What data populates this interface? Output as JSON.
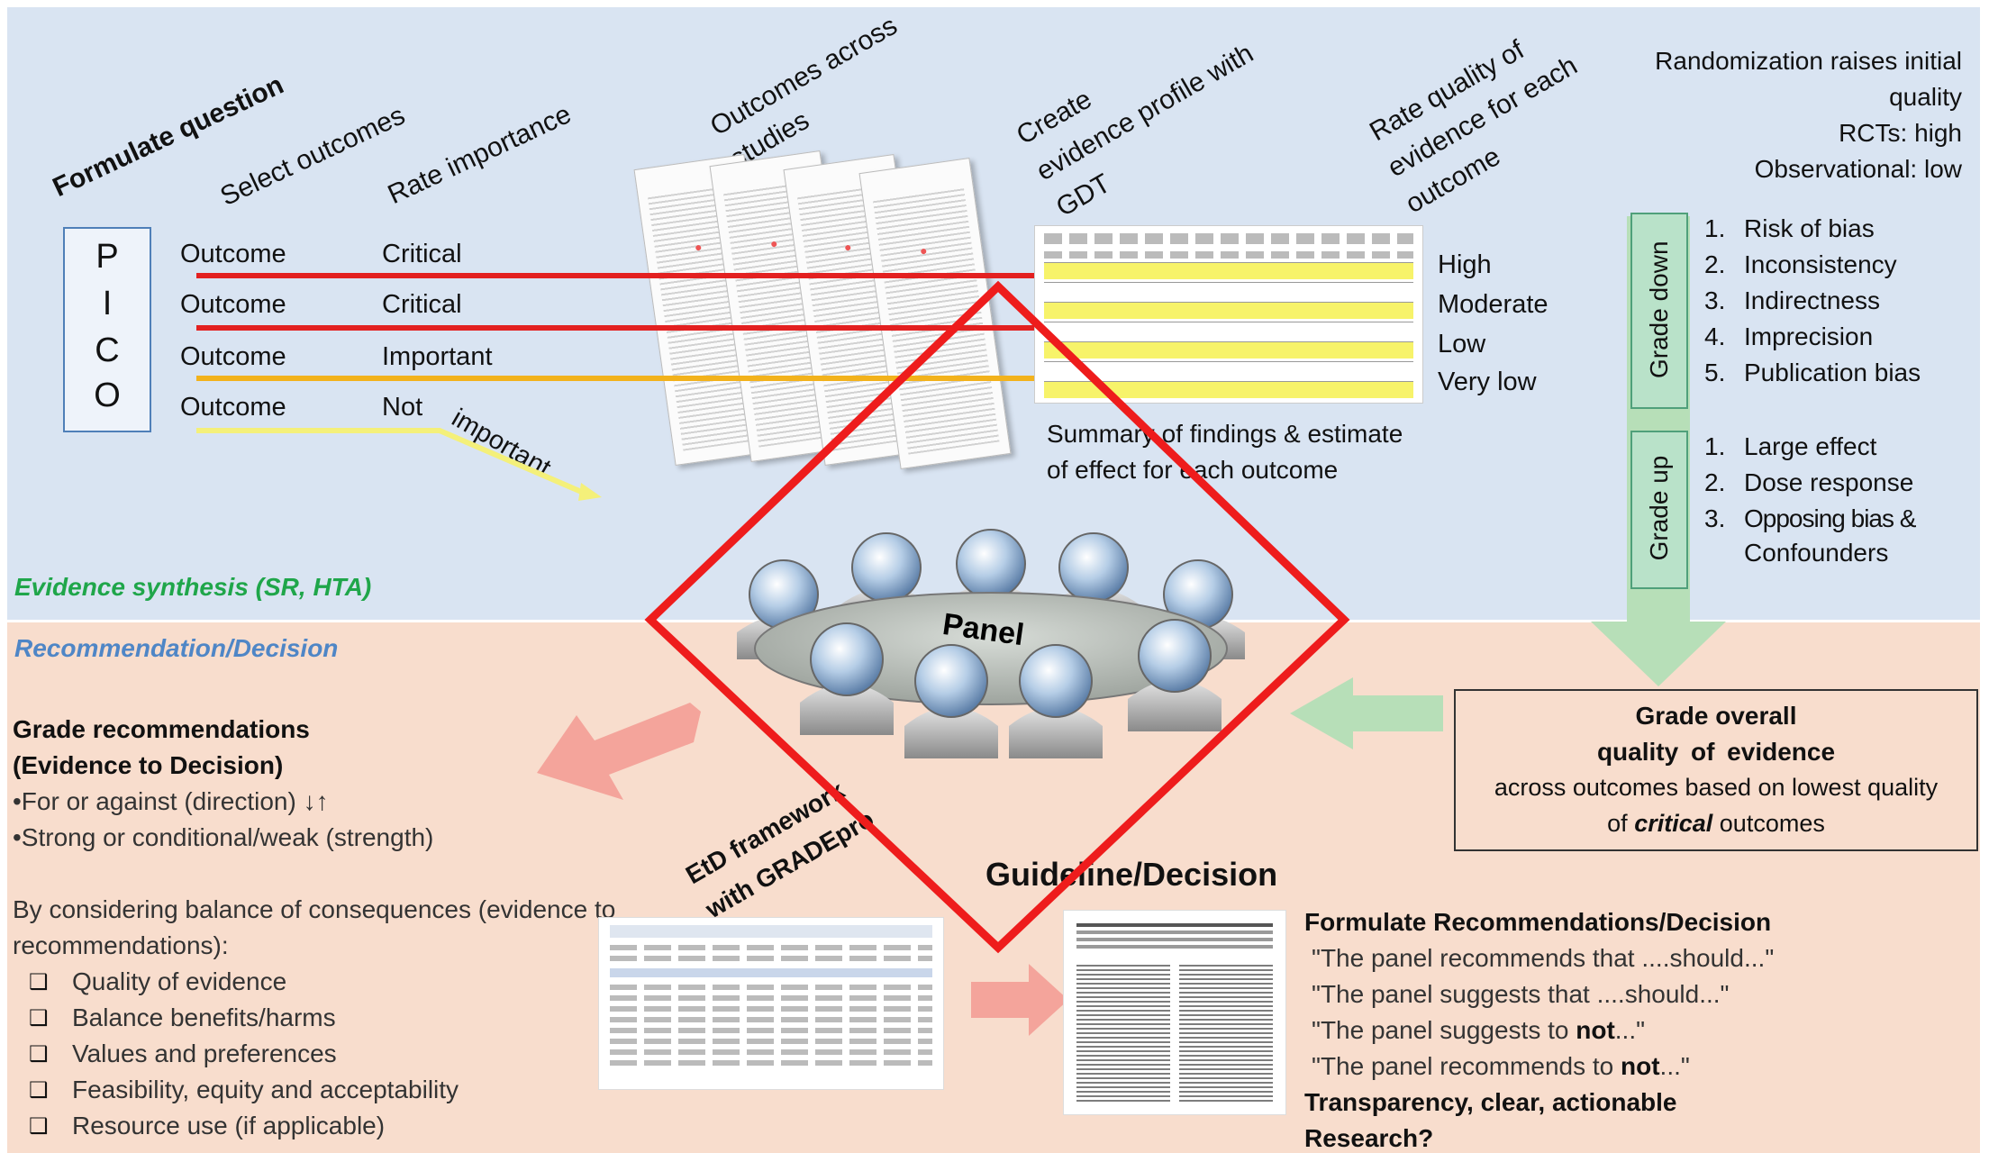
{
  "formulate_question": "Formulate question",
  "select_outcomes": "Select outcomes",
  "rate_importance": "Rate importance",
  "outcomes_across_studies_1": "Outcomes across",
  "outcomes_across_studies_2": "studies",
  "create_profile_1": "Create",
  "create_profile_2": "evidence profile with",
  "create_profile_3": "GDT",
  "rate_quality_1": "Rate quality of",
  "rate_quality_2": "evidence for each",
  "rate_quality_3": "outcome",
  "pico": [
    "P",
    "I",
    "C",
    "O"
  ],
  "outcomes": [
    {
      "label": "Outcome",
      "importance": "Critical"
    },
    {
      "label": "Outcome",
      "importance": "Critical"
    },
    {
      "label": "Outcome",
      "importance": "Important"
    },
    {
      "label": "Outcome",
      "importance": "Not"
    }
  ],
  "not_important_tail": "important",
  "quality_levels": [
    "High",
    "Moderate",
    "Low",
    "Very low"
  ],
  "summary_1": "Summary of findings & estimate",
  "summary_2": "of effect for each outcome",
  "randomization": [
    "Randomization raises initial",
    "quality",
    "RCTs: high",
    "Observational: low"
  ],
  "grade_down_label": "Grade down",
  "grade_down_items": [
    "1.",
    "Risk of bias",
    "2.",
    "Inconsistency",
    "3.",
    "Indirectness",
    "4.",
    "Imprecision",
    "5.",
    "Publication bias"
  ],
  "grade_up_label": "Grade up",
  "grade_up_items": [
    "1.",
    "Large effect",
    "2.",
    "Dose response",
    "3.",
    "Opposing bias &",
    "Confounders"
  ],
  "evidence_synthesis": "Evidence synthesis (SR, HTA)",
  "recommendation_decision": "Recommendation/Decision",
  "panel": "Panel",
  "grade_overall": [
    "Grade overall",
    "quality of evidence",
    "across outcomes based on lowest quality",
    "of",
    "critical",
    "outcomes"
  ],
  "grade_recs": [
    "Grade recommendations",
    "(Evidence to Decision)",
    "•For or against (direction) ↓↑",
    "•Strong or conditional/weak (strength)"
  ],
  "considering": [
    "By considering balance of consequences (evidence to",
    "recommendations):"
  ],
  "checklist": [
    "Quality of evidence",
    "Balance benefits/harms",
    "Values and preferences",
    "Feasibility, equity and acceptability",
    "Resource use (if applicable)"
  ],
  "checkbox_glyph": "❑",
  "etd_1": "EtD framework",
  "etd_2": "with GRADEpro",
  "guideline": "Guideline/Decision",
  "formulate_recs": "Formulate Recommendations/Decision",
  "rec_quotes": [
    "\"The panel recommends that ....should...\"",
    "\"The panel suggests that ....should...\"",
    "\"The panel suggests to",
    "not",
    "...\"",
    "\"The panel recommends to",
    "not",
    "...\""
  ],
  "transparency": "Transparency, clear, actionable",
  "research": "Research?",
  "colors": {
    "top_bg": "#d9e4f2",
    "bottom_bg": "#f8ddcd",
    "critical_line": "#e32020",
    "important_line": "#f2b21c",
    "not_important_line": "#f4f07a",
    "green": "#1fa64a",
    "blue_label": "#4f86c6",
    "diamond": "#ee1c1c",
    "arrow_green": "#b7dfb8",
    "arrow_pink": "#f4a49b"
  }
}
